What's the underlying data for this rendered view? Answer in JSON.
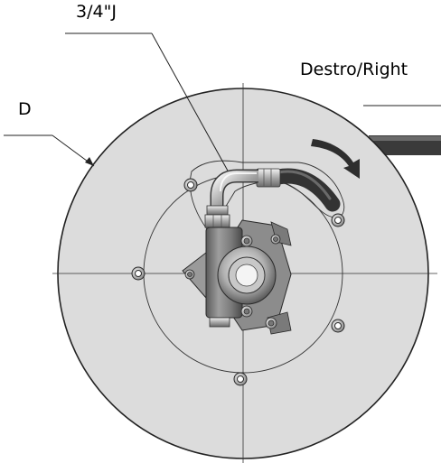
{
  "labels": {
    "fitting": "3/4\"J",
    "direction": "Destro/Right",
    "diameter": "D"
  },
  "colors": {
    "disc_fill": "#dcdcdc",
    "disc_stroke": "#222222",
    "hose": "#3a3a3a",
    "metal_dark": "#4a4a4a",
    "metal_mid": "#8a8a8a",
    "metal_light": "#e6e6e6",
    "centerline": "#333333"
  },
  "icons": {
    "rotation": "curved-arrow-clockwise-icon"
  }
}
